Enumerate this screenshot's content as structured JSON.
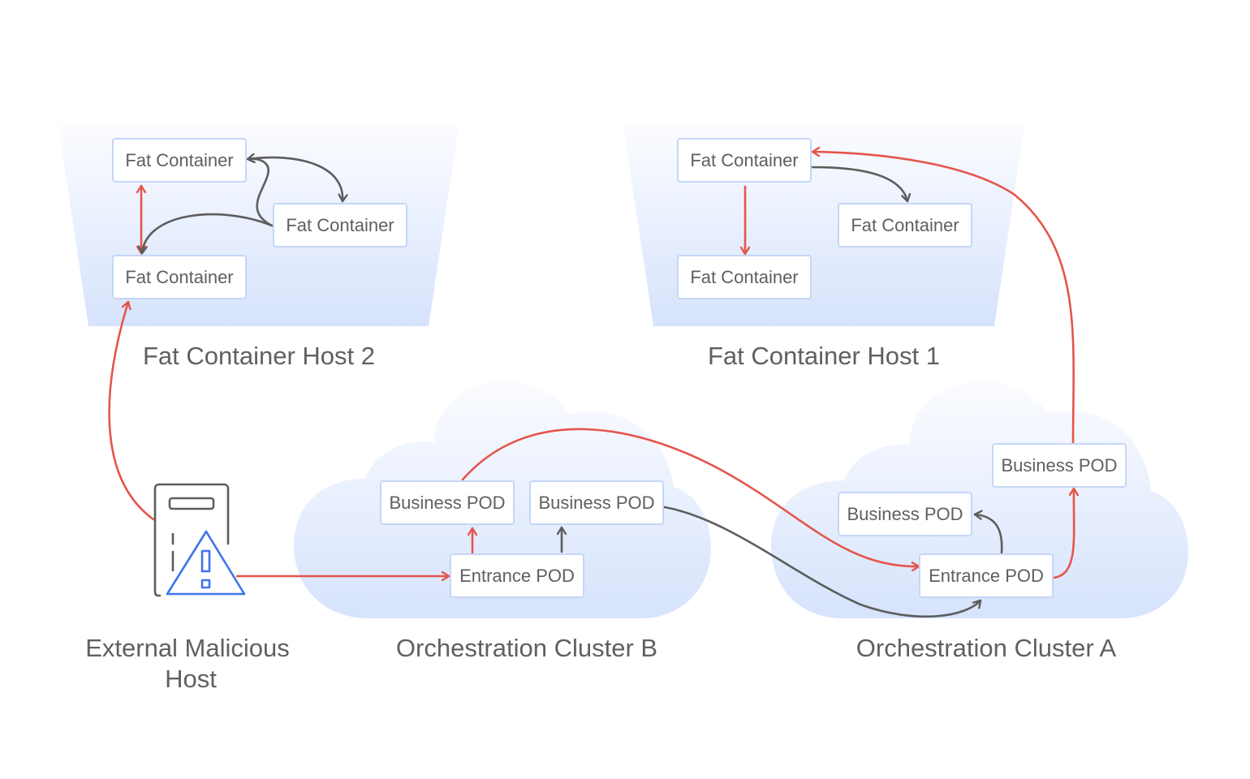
{
  "colors": {
    "attack_edge": "#e5554b",
    "normal_edge": "#5d5d5d",
    "node_border": "#c5d6f7",
    "region_fill_top": "#fbfcff",
    "region_fill_bottom": "#d6e3fc",
    "warning_icon": "#3f74ea",
    "server_icon": "#5d5d5d",
    "text": "#5f5f5f"
  },
  "regions": {
    "host2": {
      "caption": "Fat Container Host 2"
    },
    "host1": {
      "caption": "Fat Container Host 1"
    },
    "cluster_b": {
      "caption": "Orchestration Cluster B"
    },
    "cluster_a": {
      "caption": "Orchestration Cluster A"
    },
    "attacker": {
      "caption_line1": "External Malicious",
      "caption_line2": "Host",
      "icon": "server-warning-icon"
    }
  },
  "nodes": {
    "h2_fc_top": "Fat Container",
    "h2_fc_mid": "Fat Container",
    "h2_fc_bot": "Fat Container",
    "h1_fc_top": "Fat Container",
    "h1_fc_mid": "Fat Container",
    "h1_fc_bot": "Fat Container",
    "b_business_1": "Business POD",
    "b_business_2": "Business POD",
    "b_entrance": "Entrance POD",
    "a_business_1": "Business POD",
    "a_business_2": "Business POD",
    "a_entrance": "Entrance POD"
  },
  "edges": [
    {
      "from": "attacker",
      "to": "h2_fc_bot",
      "type": "attack"
    },
    {
      "from": "attacker",
      "to": "b_entrance",
      "type": "attack"
    },
    {
      "from": "h2_fc_top",
      "to": "h2_fc_bot",
      "type": "attack",
      "bidirectional": true
    },
    {
      "from": "h2_fc_top",
      "to": "h2_fc_mid",
      "type": "normal",
      "bidirectional": true
    },
    {
      "from": "h2_fc_mid",
      "to": "h2_fc_bot",
      "type": "normal"
    },
    {
      "from": "h1_fc_top",
      "to": "h1_fc_bot",
      "type": "attack"
    },
    {
      "from": "h1_fc_top",
      "to": "h1_fc_mid",
      "type": "normal"
    },
    {
      "from": "b_entrance",
      "to": "b_business_1",
      "type": "attack"
    },
    {
      "from": "b_entrance",
      "to": "b_business_2",
      "type": "normal"
    },
    {
      "from": "b_business_1",
      "to": "a_entrance",
      "type": "attack"
    },
    {
      "from": "b_business_2",
      "to": "a_entrance",
      "type": "normal"
    },
    {
      "from": "a_entrance",
      "to": "a_business_1",
      "type": "normal"
    },
    {
      "from": "a_entrance",
      "to": "a_business_2",
      "type": "attack"
    },
    {
      "from": "a_business_2",
      "to": "h1_fc_top",
      "type": "attack"
    }
  ]
}
